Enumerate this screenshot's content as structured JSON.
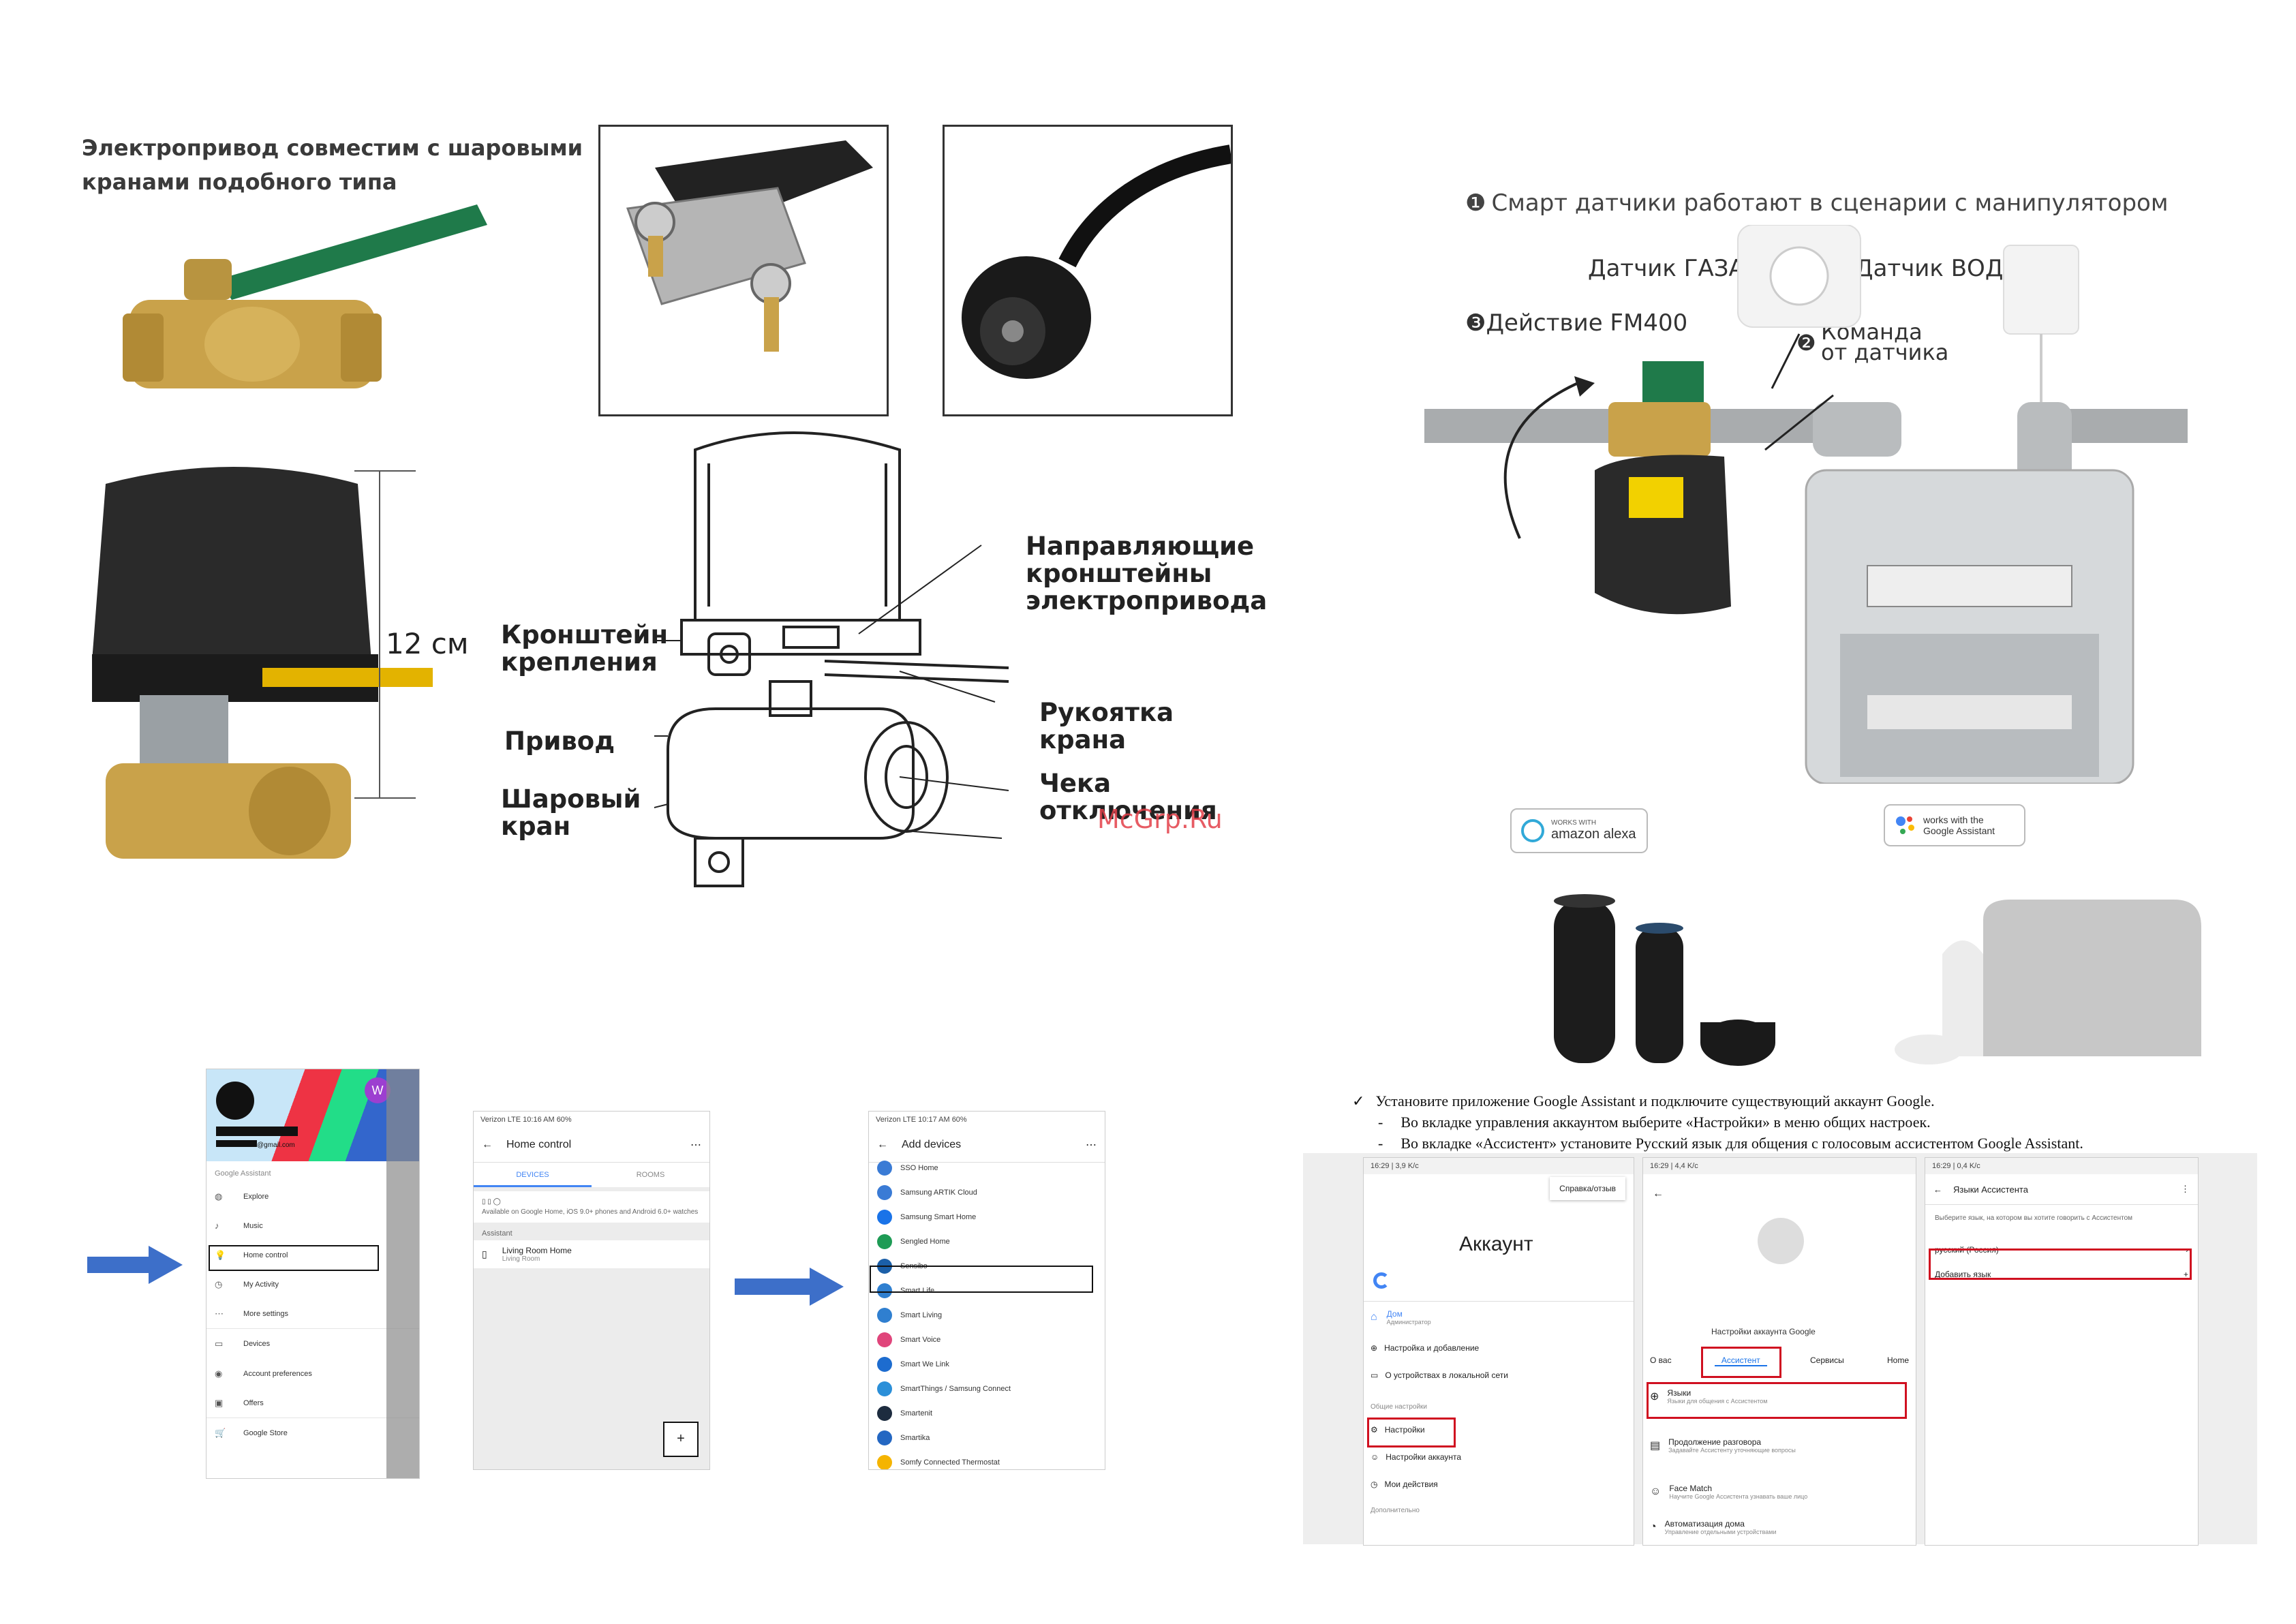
{
  "top_left": {
    "caption_line1": "Электропривод совместим с шаровыми",
    "caption_line2": "кранами подобного типа",
    "height_label": "12 см",
    "diagram_labels": {
      "guides_1": "Направляющие",
      "guides_2": "кронштейны",
      "guides_3": "электропривода",
      "bracket_1": "Кронштейн",
      "bracket_2": "крепления",
      "drive": "Привод",
      "ball_1": "Шаровый",
      "ball_2": "кран",
      "handle_1": "Рукоятка",
      "handle_2": "крана",
      "shutoff_1": "Чека",
      "shutoff_2": "отключения"
    },
    "watermark": "McGrp.Ru"
  },
  "top_right": {
    "scenario_num": "❶",
    "scenario_title": "Смарт датчики работают в сценарии с манипулятором",
    "gas_sensor": "Датчик ГАЗА",
    "water_sensor": "Датчик ВОДЫ",
    "action_num": "❸",
    "action": "Действие FM400",
    "command_num": "❷",
    "command_1": "Команда",
    "command_2": "от датчика",
    "alexa_small": "WORKS WITH",
    "alexa_big": "amazon alexa",
    "google_line1": "works with the",
    "google_line2": "Google Assistant"
  },
  "phones_left": {
    "menu": {
      "email": "@gmail.com",
      "avatar_letter": "W",
      "section": "Google Assistant",
      "items": [
        "Explore",
        "Music",
        "Home control",
        "My Activity",
        "More settings",
        "Devices",
        "Account preferences",
        "Offers",
        "Google Store"
      ]
    },
    "home": {
      "status": "Verizon  LTE        10:16 AM        60%",
      "title": "Home control",
      "tab_devices": "DEVICES",
      "tab_rooms": "ROOMS",
      "available": "Available on Google Home, iOS 9.0+ phones and Android 6.0+ watches",
      "assistant": "Assistant",
      "room_title": "Living Room Home",
      "room_sub": "Living Room",
      "plus": "+"
    },
    "add": {
      "status": "Verizon  LTE        10:17 AM        60%",
      "title": "Add devices",
      "items": [
        "SSO Home",
        "Samsung ARTIK Cloud",
        "Samsung Smart Home",
        "Sengled Home",
        "Sensibo",
        "Smart Life",
        "Smart Living",
        "Smart Voice",
        "Smart We Link",
        "SmartThings / Samsung Connect",
        "Smartenit",
        "Smartika",
        "Somfy Connected Thermostat"
      ]
    }
  },
  "instructions": {
    "check": "✓",
    "line1": "Установите приложение Google Assistant и подключите существующий аккаунт Google.",
    "line2": "Во вкладке управления аккаунтом выберите «Настройки» в меню общих настроек.",
    "line3": "Во вкладке «Ассистент» установите Русский язык для общения с голосовым ассистентом Google Assistant.",
    "dash": "-"
  },
  "phones_right": {
    "p1": {
      "status": "16:29 | 3,9 K/c",
      "help": "Справка/отзыв",
      "title": "Аккаунт",
      "home": "Дом",
      "home_sub": "Администратор",
      "items": [
        "Настройка и добавление",
        "О устройствах в локальной сети"
      ],
      "general": "Общие настройки",
      "settings": "Настройки",
      "account_settings": "Настройки аккаунта",
      "my_actions": "Мои действия",
      "extra": "Дополнительно"
    },
    "p2": {
      "status": "16:29 | 4,4 K/c",
      "account_settings": "Настройки аккаунта Google",
      "tabs": [
        "О вас",
        "Ассистент",
        "Сервисы",
        "Home"
      ],
      "languages": "Языки",
      "languages_sub": "Языки для общения с Ассистентом",
      "continued": "Продолжение разговора",
      "continued_sub": "Задавайте Ассистенту уточняющие вопросы",
      "face": "Face Match",
      "face_sub": "Научите Google Ассистента узнавать ваше лицо",
      "automation": "Автоматизация дома",
      "automation_sub": "Управление отдельными устройствами"
    },
    "p3": {
      "status": "16:29 | 0,4 K/c",
      "title": "Языки Ассистента",
      "desc": "Выберите язык, на котором вы хотите говорить с Ассистентом",
      "lang": "русский (Россия)",
      "add": "Добавить язык"
    }
  },
  "colors": {
    "red_frame": "#d01020",
    "arrow_blue": "#3d6fc9",
    "pipe": "#a9acae",
    "brass": "#c9a24a",
    "actuator": "#2a2a2a"
  }
}
